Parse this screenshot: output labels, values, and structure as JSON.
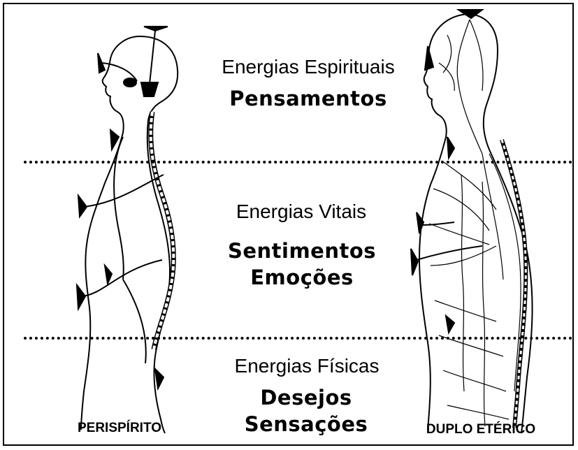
{
  "figure_labels": {
    "left": "PERISPÍRITO",
    "right": "DUPLO ETÉRICO"
  },
  "levels": {
    "spiritual": {
      "energy": "Energias Espirituais",
      "quality": "Pensamentos"
    },
    "vital": {
      "energy": "Energias Vitais",
      "quality_1": "Sentimentos",
      "quality_2": "Emoções"
    },
    "physical": {
      "energy": "Energias Físicas",
      "quality_1": "Desejos",
      "quality_2": "Sensações"
    }
  },
  "colors": {
    "ink": "#000000",
    "background": "#ffffff"
  }
}
